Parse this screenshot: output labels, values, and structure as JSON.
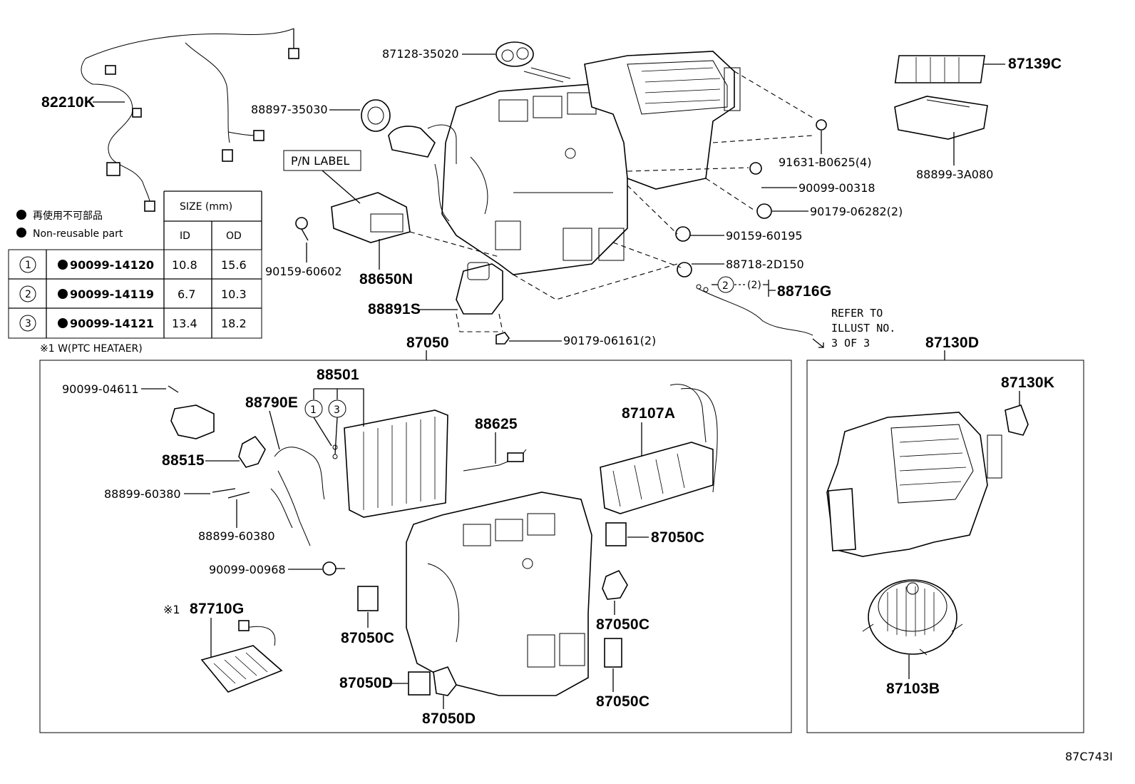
{
  "legend": {
    "reuse_jp": "再使用不可部品",
    "reuse_en": "Non-reusable part"
  },
  "size_table": {
    "title": "SIZE (mm)",
    "col_id": "ID",
    "col_od": "OD",
    "rows": [
      {
        "num": "1",
        "part": "90099-14120",
        "id": "10.8",
        "od": "15.6"
      },
      {
        "num": "2",
        "part": "90099-14119",
        "id": "6.7",
        "od": "10.3"
      },
      {
        "num": "3",
        "part": "90099-14121",
        "id": "13.4",
        "od": "18.2"
      }
    ],
    "footnote": "※1 W(PTC HEATAER)"
  },
  "labels": {
    "l82210K": "82210K",
    "l87128": "87128-35020",
    "l88897": "88897-35030",
    "pn_label": "P/N LABEL",
    "l90159_60602": "90159-60602",
    "l88650N": "88650N",
    "l88891S": "88891S",
    "l87050": "87050",
    "l90179_06161": "90179-06161(2)",
    "l87139C": "87139C",
    "l88899_3A080": "88899-3A080",
    "l91631": "91631-B0625(4)",
    "l90099_00318": "90099-00318",
    "l90179_06282": "90179-06282(2)",
    "l90159_60195": "90159-60195",
    "l88718": "88718-2D150",
    "circ2": "2",
    "sub2": "(2)",
    "l88716G": "88716G",
    "refer1": "REFER TO",
    "refer2": "ILLUST NO.",
    "refer3": "3 OF 3",
    "l87130D": "87130D",
    "l90099_04611": "90099-04611",
    "l88501": "88501",
    "c1": "1",
    "c3": "3",
    "l88790E": "88790E",
    "l88625": "88625",
    "l87107A": "87107A",
    "l88515": "88515",
    "l88899_60380a": "88899-60380",
    "l88899_60380b": "88899-60380",
    "l87050C_a": "87050C",
    "l90099_00968": "90099-00968",
    "l87050C_b": "87050C",
    "l87050C_c": "87050C",
    "l87050C_d": "87050C",
    "ref1": "※1",
    "l87710G": "87710G",
    "l87050D_a": "87050D",
    "l87050D_b": "87050D",
    "l87130K": "87130K",
    "l87103B": "87103B",
    "fig_id": "87C743I"
  }
}
